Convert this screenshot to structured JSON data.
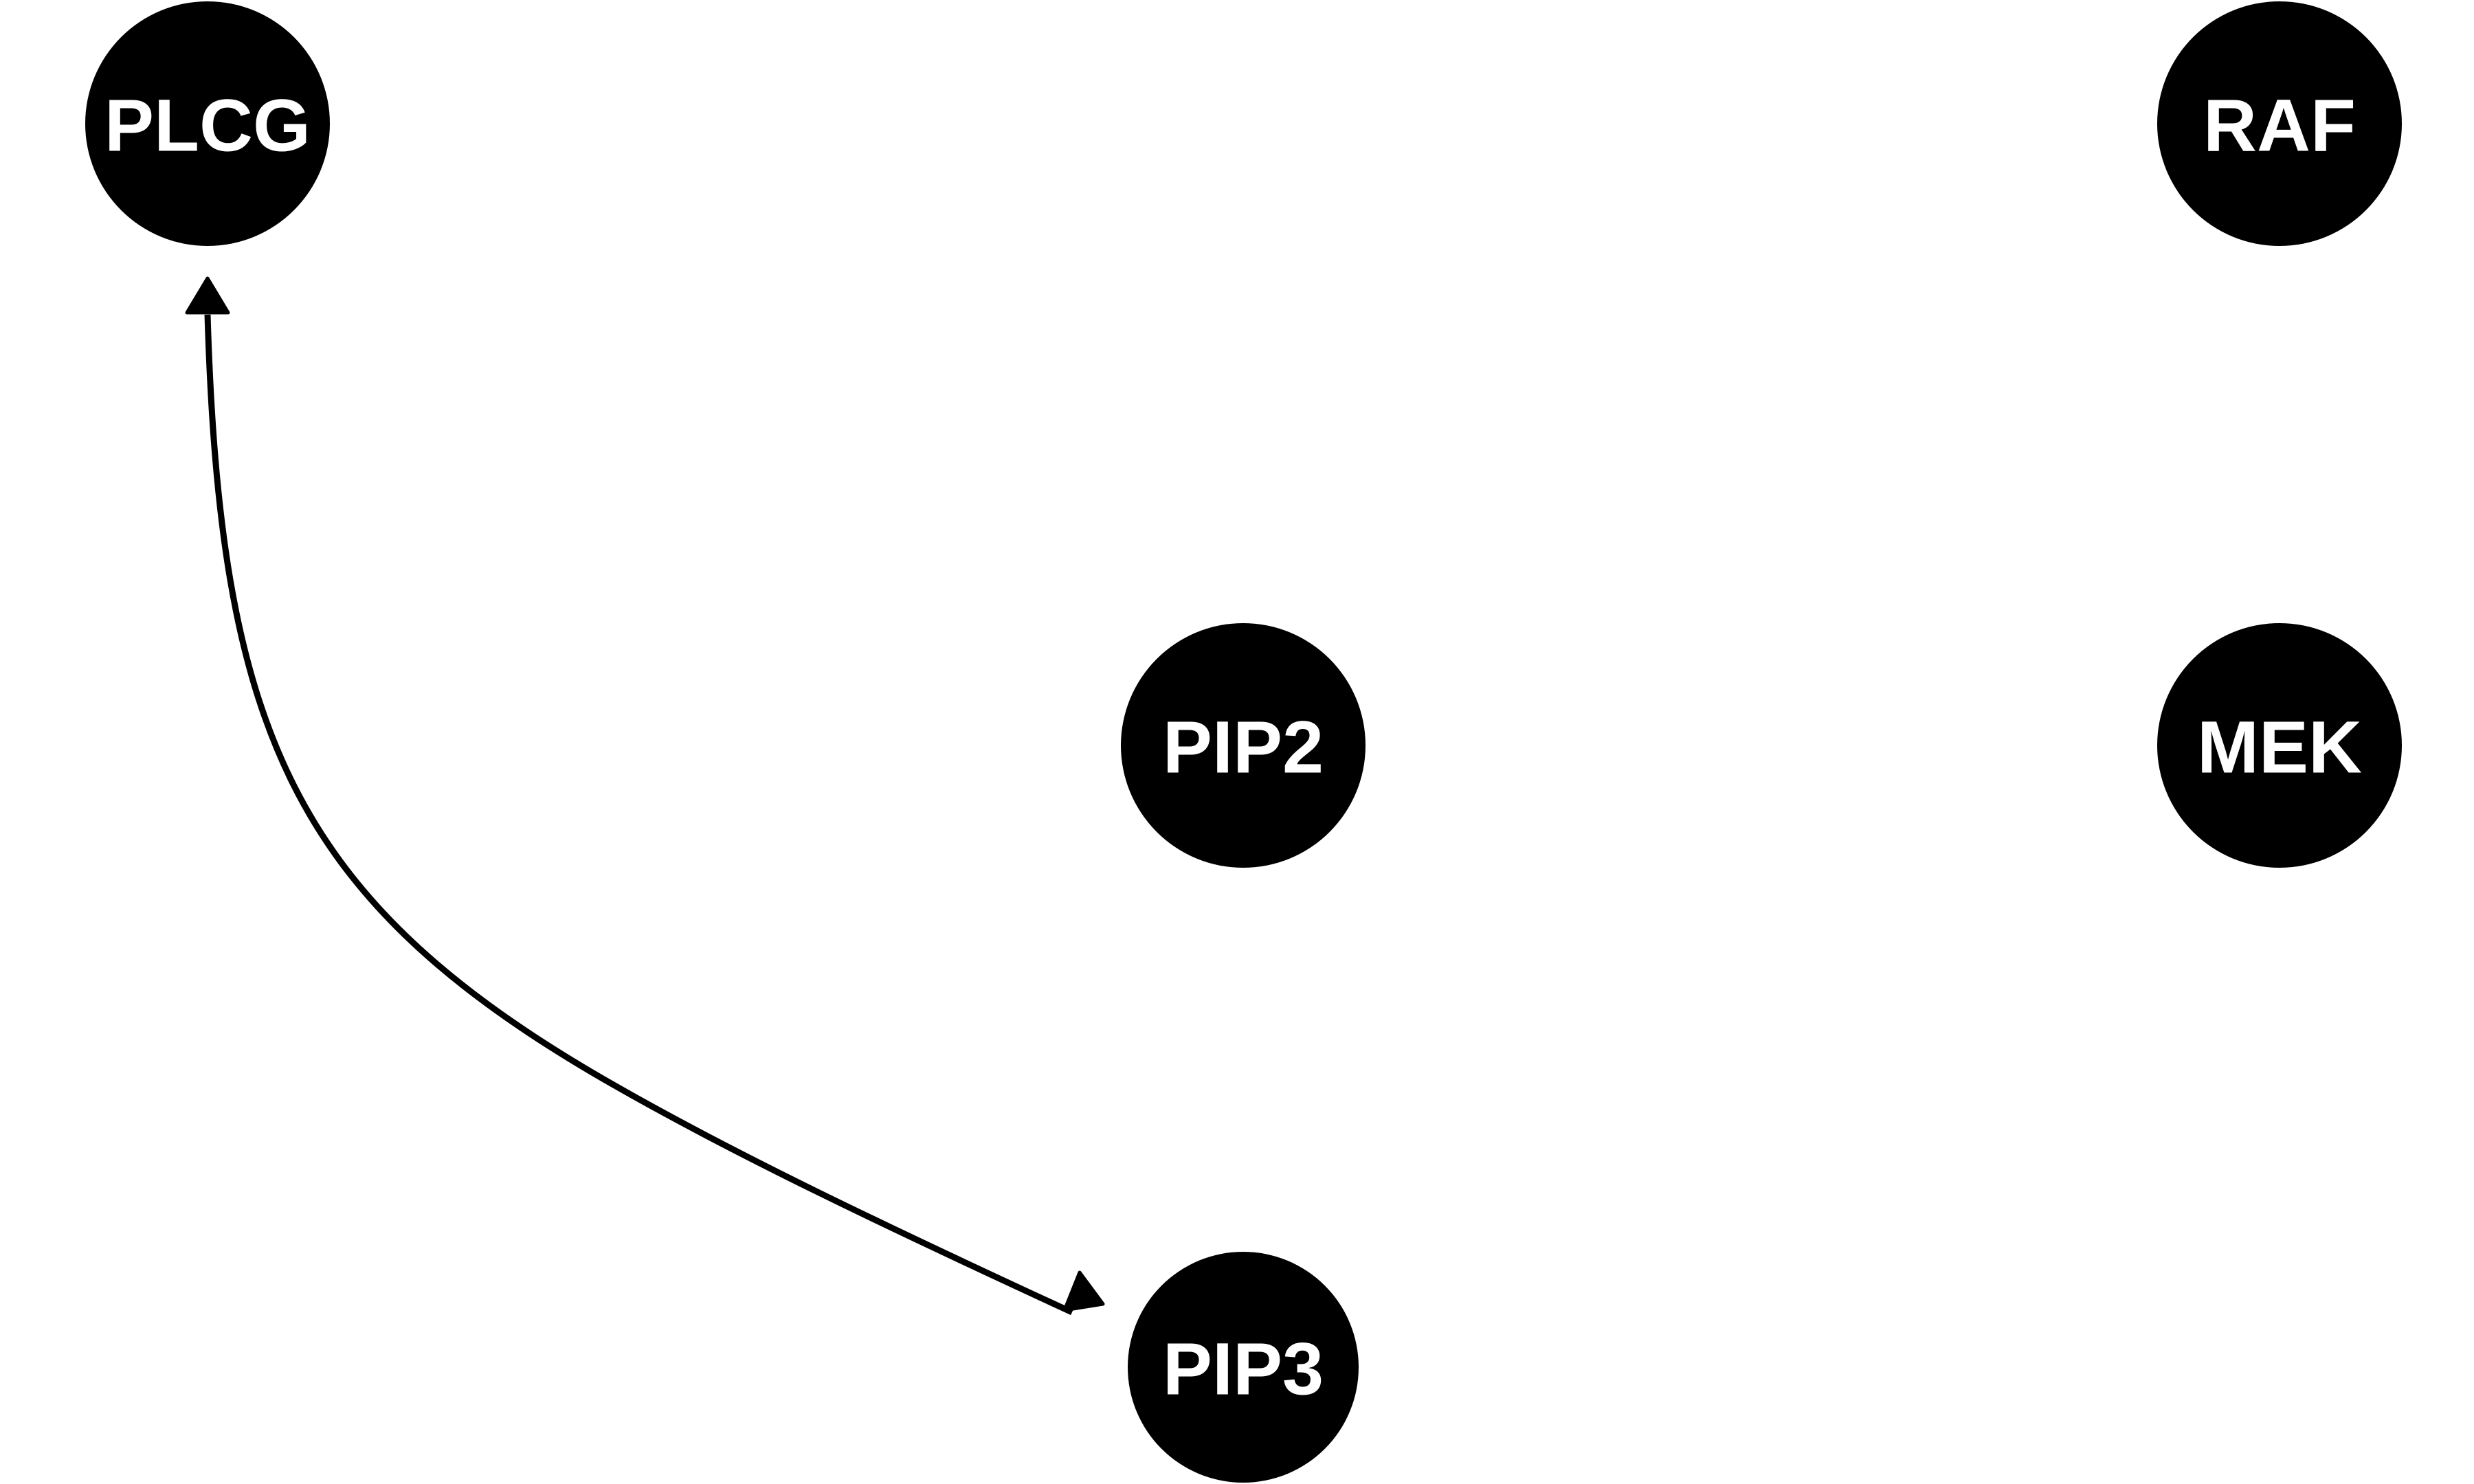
{
  "nodes": {
    "plcg": {
      "label": "PLCG"
    },
    "raf": {
      "label": "RAF"
    },
    "pip2": {
      "label": "PIP2"
    },
    "mek": {
      "label": "MEK"
    },
    "pip3": {
      "label": "PIP3"
    }
  },
  "edges": [
    {
      "from": "plcg",
      "to": "pip3",
      "type": "bidirected"
    }
  ],
  "colors": {
    "node_fill": "#000000",
    "node_text": "#ffffff",
    "edge": "#000000",
    "background": "#ffffff"
  }
}
